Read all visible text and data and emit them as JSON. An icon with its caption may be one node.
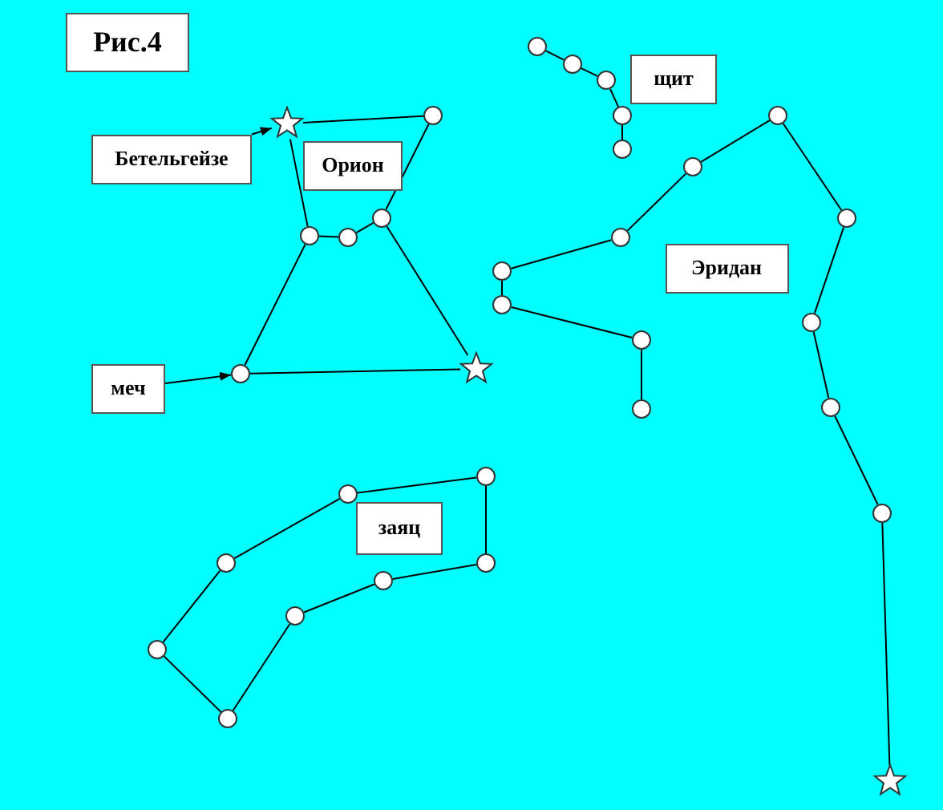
{
  "diagram": {
    "title": "Рис.4",
    "nodes": [
      {
        "text": [
          "Бетельгейзе"
        ]
      },
      {
        "text": [],
        "shape": "star"
      },
      {
        "text": [],
        "shape": "circle"
      },
      {
        "text": [
          "Орион"
        ]
      },
      {
        "text": [],
        "shape": "circle"
      },
      {
        "text": [],
        "shape": "circle"
      },
      {
        "text": [],
        "shape": "circle"
      },
      {
        "text": [
          "меч"
        ]
      },
      {
        "text": [],
        "shape": "circle"
      },
      {
        "text": [],
        "shape": "star"
      },
      {
        "text": [],
        "shape": "circle"
      },
      {
        "text": [],
        "shape": "circle"
      },
      {
        "text": [],
        "shape": "circle"
      },
      {
        "text": [],
        "shape": "circle"
      },
      {
        "text": [],
        "shape": "circle"
      },
      {
        "text": [
          "щит"
        ]
      },
      {
        "text": [],
        "shape": "circle"
      },
      {
        "text": [],
        "shape": "circle"
      },
      {
        "text": [],
        "shape": "circle"
      },
      {
        "text": [],
        "shape": "circle"
      },
      {
        "text": [],
        "shape": "circle"
      },
      {
        "text": [],
        "shape": "circle"
      },
      {
        "text": [],
        "shape": "circle"
      },
      {
        "text": [],
        "shape": "circle"
      },
      {
        "text": [],
        "shape": "circle"
      },
      {
        "text": [],
        "shape": "circle"
      },
      {
        "text": [],
        "shape": "circle"
      },
      {
        "text": [],
        "shape": "star"
      },
      {
        "text": [
          "Эридан"
        ]
      },
      {
        "text": [],
        "shape": "circle"
      },
      {
        "text": [],
        "shape": "circle"
      },
      {
        "text": [],
        "shape": "circle"
      },
      {
        "text": [],
        "shape": "circle"
      },
      {
        "text": [],
        "shape": "circle"
      },
      {
        "text": [],
        "shape": "circle"
      },
      {
        "text": [],
        "shape": "circle"
      },
      {
        "text": [],
        "shape": "circle"
      },
      {
        "text": [
          "заяц"
        ]
      }
    ],
    "edges": [
      {
        "from": 0,
        "to": 1,
        "arrow": "to"
      },
      {
        "from": 1,
        "to": 2,
        "arrow": "none"
      },
      {
        "from": 2,
        "to": 6,
        "arrow": "none"
      },
      {
        "from": 1,
        "to": 4,
        "arrow": "none"
      },
      {
        "from": 4,
        "to": 5,
        "arrow": "none"
      },
      {
        "from": 5,
        "to": 6,
        "arrow": "none"
      },
      {
        "from": 4,
        "to": 8,
        "arrow": "none"
      },
      {
        "from": 6,
        "to": 9,
        "arrow": "none"
      },
      {
        "from": 8,
        "to": 9,
        "arrow": "none"
      },
      {
        "from": 7,
        "to": 8,
        "arrow": "to"
      },
      {
        "from": 10,
        "to": 11,
        "arrow": "none"
      },
      {
        "from": 11,
        "to": 12,
        "arrow": "none"
      },
      {
        "from": 12,
        "to": 13,
        "arrow": "none"
      },
      {
        "from": 13,
        "to": 14,
        "arrow": "none"
      },
      {
        "from": 22,
        "to": 21,
        "arrow": "none"
      },
      {
        "from": 21,
        "to": 20,
        "arrow": "none"
      },
      {
        "from": 20,
        "to": 19,
        "arrow": "none"
      },
      {
        "from": 19,
        "to": 18,
        "arrow": "none"
      },
      {
        "from": 18,
        "to": 17,
        "arrow": "none"
      },
      {
        "from": 17,
        "to": 16,
        "arrow": "none"
      },
      {
        "from": 16,
        "to": 23,
        "arrow": "none"
      },
      {
        "from": 23,
        "to": 24,
        "arrow": "none"
      },
      {
        "from": 24,
        "to": 25,
        "arrow": "none"
      },
      {
        "from": 25,
        "to": 26,
        "arrow": "none"
      },
      {
        "from": 26,
        "to": 27,
        "arrow": "none"
      },
      {
        "from": 29,
        "to": 31,
        "arrow": "none"
      },
      {
        "from": 31,
        "to": 35,
        "arrow": "none"
      },
      {
        "from": 35,
        "to": 36,
        "arrow": "none"
      },
      {
        "from": 36,
        "to": 34,
        "arrow": "none"
      },
      {
        "from": 34,
        "to": 33,
        "arrow": "none"
      },
      {
        "from": 33,
        "to": 32,
        "arrow": "none"
      },
      {
        "from": 32,
        "to": 30,
        "arrow": "none"
      },
      {
        "from": 30,
        "to": 29,
        "arrow": "none"
      }
    ]
  }
}
